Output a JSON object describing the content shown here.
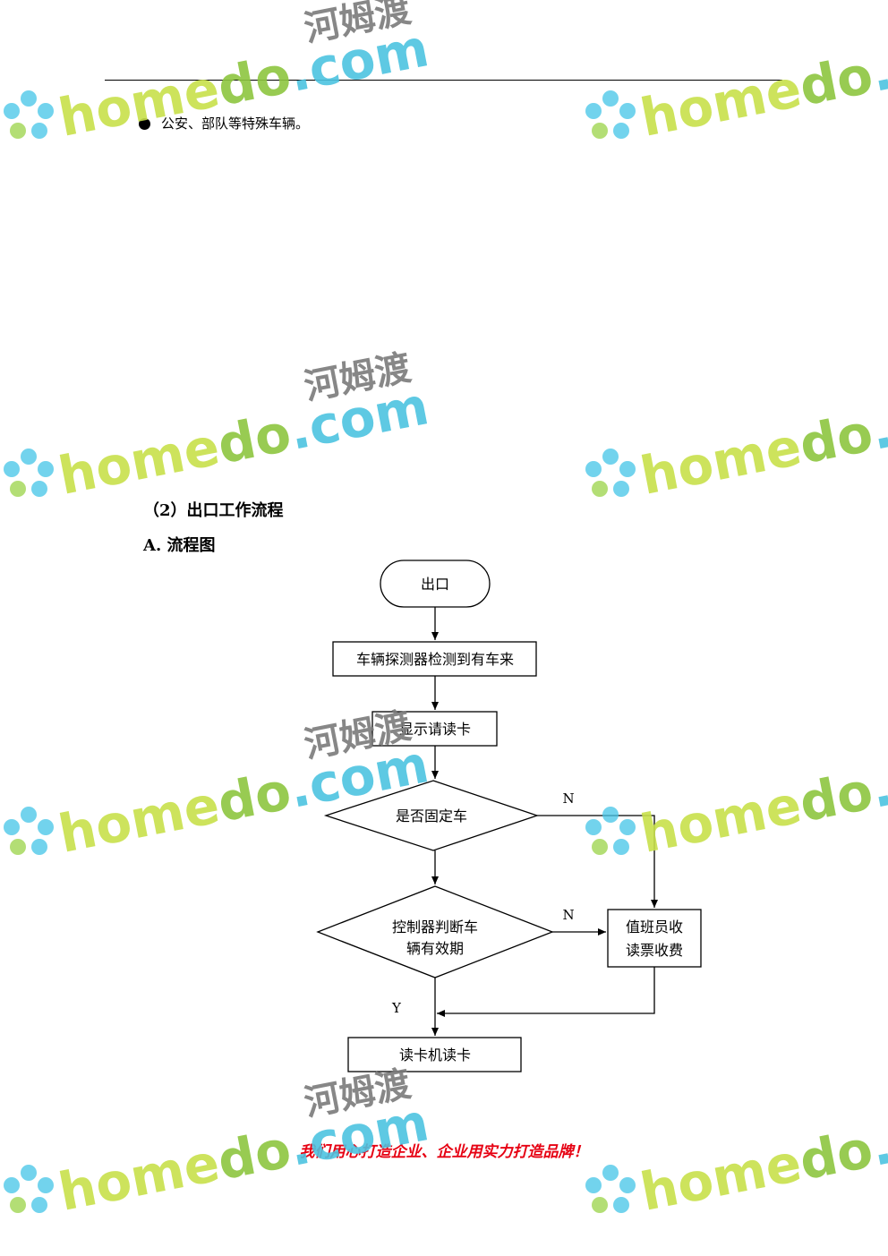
{
  "bullet_text": "公安、部队等特殊车辆。",
  "section_heading": "（2）出口工作流程",
  "sub_heading": "A. 流程图",
  "flowchart": {
    "start": "出口",
    "detect": "车辆探测器检测到有车来",
    "prompt": "显示请读卡",
    "fixed_q": "是否固定车",
    "valid_q_line1": "控制器判断车",
    "valid_q_line2": "辆有效期",
    "manual_line1": "值班员收",
    "manual_line2": "读票收费",
    "read_card": "读卡机读卡",
    "label_n1": "N",
    "label_n2": "N",
    "label_y": "Y"
  },
  "footer_slogan": "我们用心打造企业、企业用实力打造品牌！",
  "watermark": {
    "text_home": "home",
    "text_do": "do",
    "text_com": ".com",
    "text_cn": "河姆渡",
    "color_home": "#c8e04a",
    "color_do": "#8dc63f",
    "color_com": "#4cc3e0",
    "color_flower": "#45c6e6",
    "icon": "flower-logo-icon"
  },
  "colors": {
    "footer": "#e60012",
    "watermark_cn": "#7a7a7a"
  }
}
